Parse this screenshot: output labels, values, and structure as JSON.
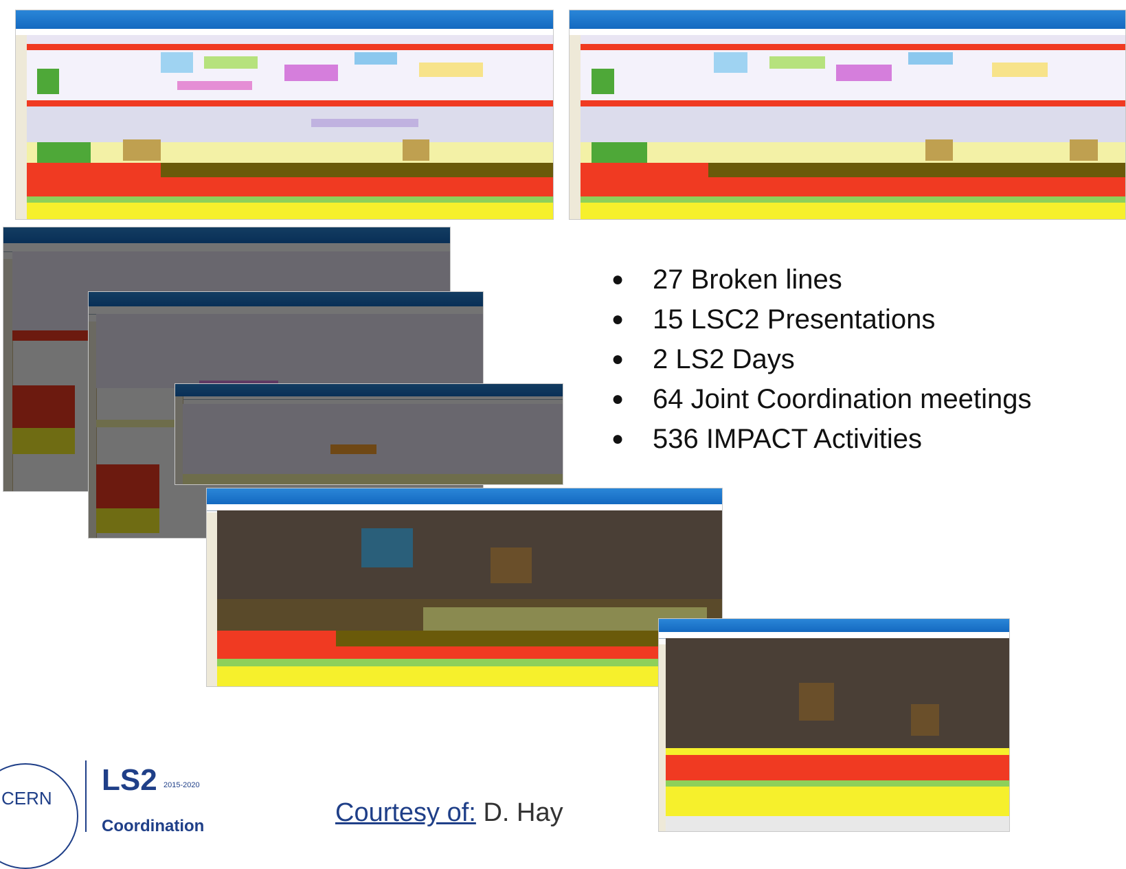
{
  "bullets": [
    "27 Broken lines",
    "15 LSC2 Presentations",
    "2 LS2 Days",
    "64 Joint Coordination meetings",
    "536 IMPACT Activities"
  ],
  "logo": {
    "cern": "CERN",
    "ls2": "LS2",
    "years": "2015-2020",
    "coordination": "Coordination"
  },
  "courtesy": {
    "label": "Courtesy of:",
    "name": "D. Hay"
  },
  "colors": {
    "header_blue": "#1a73cc",
    "red": "#f03a22",
    "yellow": "#f6f02c",
    "olive": "#6a5a0a",
    "green": "#4ea838",
    "pale_yellow": "#f3f1a6",
    "lavender": "#c9c3e6"
  }
}
